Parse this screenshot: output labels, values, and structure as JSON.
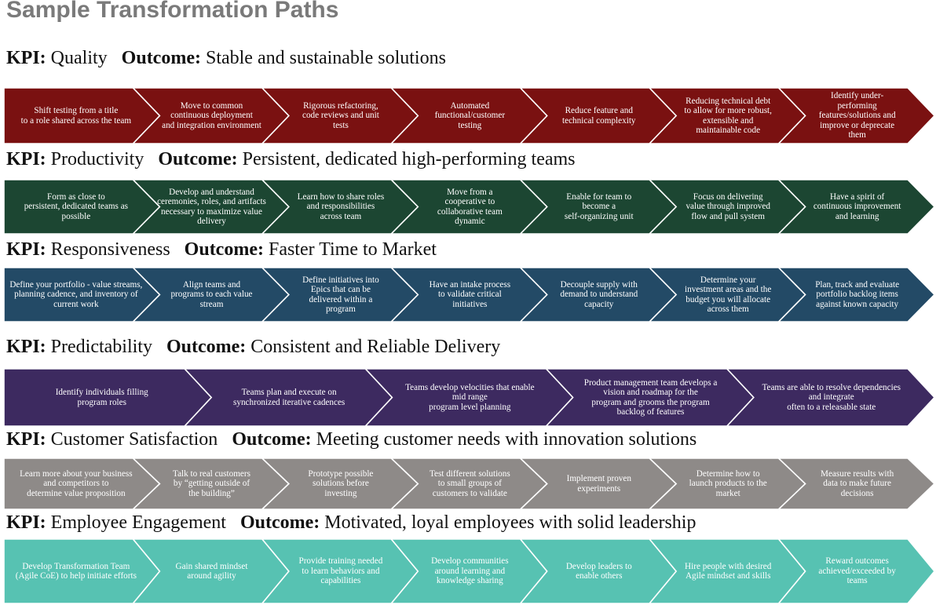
{
  "title": "Sample Transformation Paths",
  "kpi_label": "KPI:",
  "outcome_label": "Outcome:",
  "rows": [
    {
      "kpi": "Quality",
      "outcome": "Stable and sustainable solutions",
      "color": "#7a1111",
      "steps": [
        "Shift testing from a title\nto a role shared across the team",
        "Move to common\ncontinuous deployment\nand integration environment",
        "Rigorous refactoring,\ncode reviews and unit\ntests",
        "Automated\nfunctional/customer\ntesting",
        "Reduce feature and\ntechnical complexity",
        "Reducing technical debt\nto allow for more robust,\nextensible and\nmaintainable code",
        "Identify under-\nperforming\nfeatures/solutions and\nimprove or deprecate\nthem"
      ]
    },
    {
      "kpi": "Productivity",
      "outcome": "Persistent, dedicated high-performing teams",
      "color": "#1c4632",
      "steps": [
        "Form as close to\npersistent, dedicated teams as\npossible",
        "Develop and understand\nceremonies, roles, and artifacts\nnecessary to maximize value\ndelivery",
        "Learn how to share roles\nand responsibilities\nacross team",
        "Move from a\ncooperative to\ncollaborative team\ndynamic",
        "Enable for team to\nbecome a\nself-organizing unit",
        "Focus on delivering\nvalue through improved\nflow and pull system",
        "Have a spirit of\ncontinuous improvement\nand learning"
      ]
    },
    {
      "kpi": "Responsiveness",
      "outcome": "Faster Time to Market",
      "color": "#234a66",
      "steps": [
        "Define your portfolio - value streams,\nplanning cadence, and inventory of\ncurrent work",
        "Align teams and\nprograms to each value\nstream",
        "Define initiatives into\nEpics that can be\ndelivered within a\nprogram",
        "Have an intake process\nto validate critical\ninitiatives",
        "Decouple supply with\ndemand to understand\ncapacity",
        "Determine your\ninvestment areas and the\nbudget you will allocate\nacross them",
        "Plan, track and evaluate\nportfolio backlog items\nagainst known capacity"
      ]
    },
    {
      "kpi": "Predictability",
      "outcome": "Consistent and Reliable Delivery",
      "color": "#3d2a60",
      "steps": [
        "Identify individuals filling\nprogram roles",
        "Teams plan and execute on\nsynchronized iterative cadences",
        "Teams develop velocities that enable\nmid range\nprogram level planning",
        "Product management team develops a\nvision and roadmap for the\nprogram and grooms the program\nbacklog of features",
        "Teams are able to resolve dependencies\nand integrate\noften to a releasable state"
      ]
    },
    {
      "kpi": "Customer Satisfaction",
      "outcome": "Meeting customer needs with innovation solutions",
      "color": "#8e8a88",
      "steps": [
        "Learn more about your business\nand competitors to\ndetermine value proposition",
        "Talk to real customers\nby “getting outside of\nthe building”",
        "Prototype possible\nsolutions before\ninvesting",
        "Test different solutions\nto small groups of\ncustomers to validate",
        "Implement proven\nexperiments",
        "Determine how to\nlaunch products to the\nmarket",
        "Measure results with\ndata to make future\ndecisions"
      ]
    },
    {
      "kpi": "Employee Engagement",
      "outcome": "Motivated, loyal employees with solid leadership",
      "color": "#57c2b2",
      "steps": [
        "Develop Transformation Team\n(Agile CoE) to help initiate efforts",
        "Gain shared mindset\naround agility",
        "Provide training needed\nto learn behaviors and\ncapabilities",
        "Develop communities\naround learning and\nknowledge sharing",
        "Develop leaders to\nenable others",
        "Hire people with desired\nAgile mindset and skills",
        "Reward outcomes\nachieved/exceeded by\nteams"
      ]
    }
  ]
}
